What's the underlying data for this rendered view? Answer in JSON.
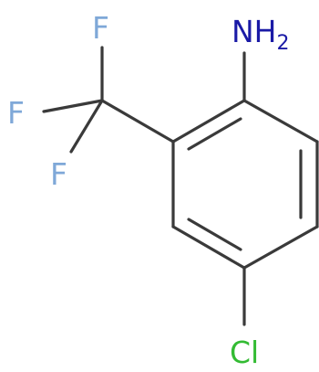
{
  "molecule": {
    "atoms": {
      "amine": {
        "symbol": "NH",
        "subscript": "2",
        "color": "#1a1aa6"
      },
      "fluorine_1": {
        "symbol": "F",
        "color": "#7fa8d8"
      },
      "fluorine_2": {
        "symbol": "F",
        "color": "#7fa8d8"
      },
      "fluorine_3": {
        "symbol": "F",
        "color": "#7fa8d8"
      },
      "chlorine": {
        "symbol": "Cl",
        "color": "#33bb33"
      }
    },
    "bond_color": "#3a3a3a"
  }
}
